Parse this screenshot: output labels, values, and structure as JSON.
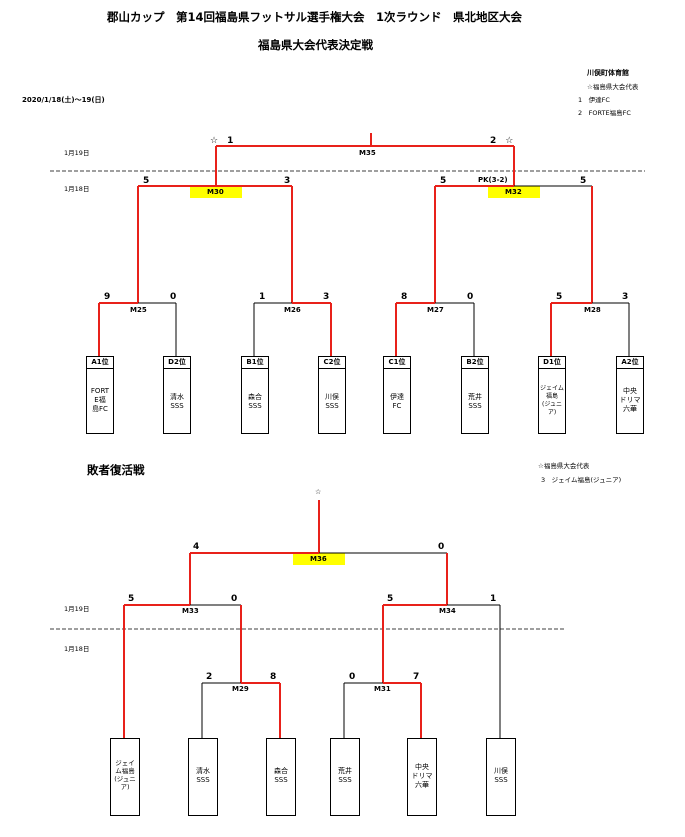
{
  "header": {
    "title": "郡山カップ　第14回福島県フットサル選手権大会　1次ラウンド　県北地区大会",
    "subtitle": "福島県大会代表決定戦",
    "date_range": "2020/1/18(土)～19(日)"
  },
  "info": {
    "venue": "川俣町体育館",
    "rep_heading": "☆福島県大会代表",
    "reps": [
      "1　伊達FC",
      "2　FORTE福島FC"
    ]
  },
  "days": {
    "day19": "1月19日",
    "day18": "1月18日"
  },
  "main_bracket": {
    "final": {
      "id": "M35",
      "left_rank": "☆　1",
      "right_rank": "2　☆"
    },
    "semis": [
      {
        "id": "M30",
        "left": "5",
        "right": "3"
      },
      {
        "id": "M32",
        "left": "5",
        "right": "5",
        "note": "PK(3-2)"
      }
    ],
    "quarters": [
      {
        "id": "M25",
        "left": "9",
        "right": "0"
      },
      {
        "id": "M26",
        "left": "1",
        "right": "3"
      },
      {
        "id": "M27",
        "left": "8",
        "right": "0"
      },
      {
        "id": "M28",
        "left": "5",
        "right": "3"
      }
    ],
    "teams": [
      {
        "seed": "A1位",
        "name": "FORT\nE福\n島FC"
      },
      {
        "seed": "D2位",
        "name": "清水\nSSS"
      },
      {
        "seed": "B1位",
        "name": "森合\nSSS"
      },
      {
        "seed": "C2位",
        "name": "川俣\nSSS"
      },
      {
        "seed": "C1位",
        "name": "伊達\nFC"
      },
      {
        "seed": "B2位",
        "name": "荒井\nSSS"
      },
      {
        "seed": "D1位",
        "name": "ジェイム\n福島\n(ジュニ\nア)"
      },
      {
        "seed": "A2位",
        "name": "中央\nドリマ\n六華"
      }
    ]
  },
  "consolation": {
    "heading": "敗者復活戦",
    "rep_heading": "☆福島県大会代表",
    "rep": "3　ジェイム福島(ジュニア)",
    "star": "☆",
    "final": {
      "id": "M36",
      "left": "4",
      "right": "0"
    },
    "semis": [
      {
        "id": "M33",
        "left": "5",
        "right": "0"
      },
      {
        "id": "M34",
        "left": "5",
        "right": "1"
      }
    ],
    "quarters": [
      {
        "id": "M29",
        "left": "2",
        "right": "8"
      },
      {
        "id": "M31",
        "left": "0",
        "right": "7"
      }
    ],
    "teams": [
      {
        "name": "ジェイ\nム福島\n(ジュニ\nア)"
      },
      {
        "name": "清水\nSSS"
      },
      {
        "name": "森合\nSSS"
      },
      {
        "name": "荒井\nSSS"
      },
      {
        "name": "中央\nドリマ\n六華"
      },
      {
        "name": "川俣\nSSS"
      }
    ]
  },
  "colors": {
    "win_line": "#e8211a",
    "lose_line": "#000000",
    "highlight": "#ffff00"
  }
}
